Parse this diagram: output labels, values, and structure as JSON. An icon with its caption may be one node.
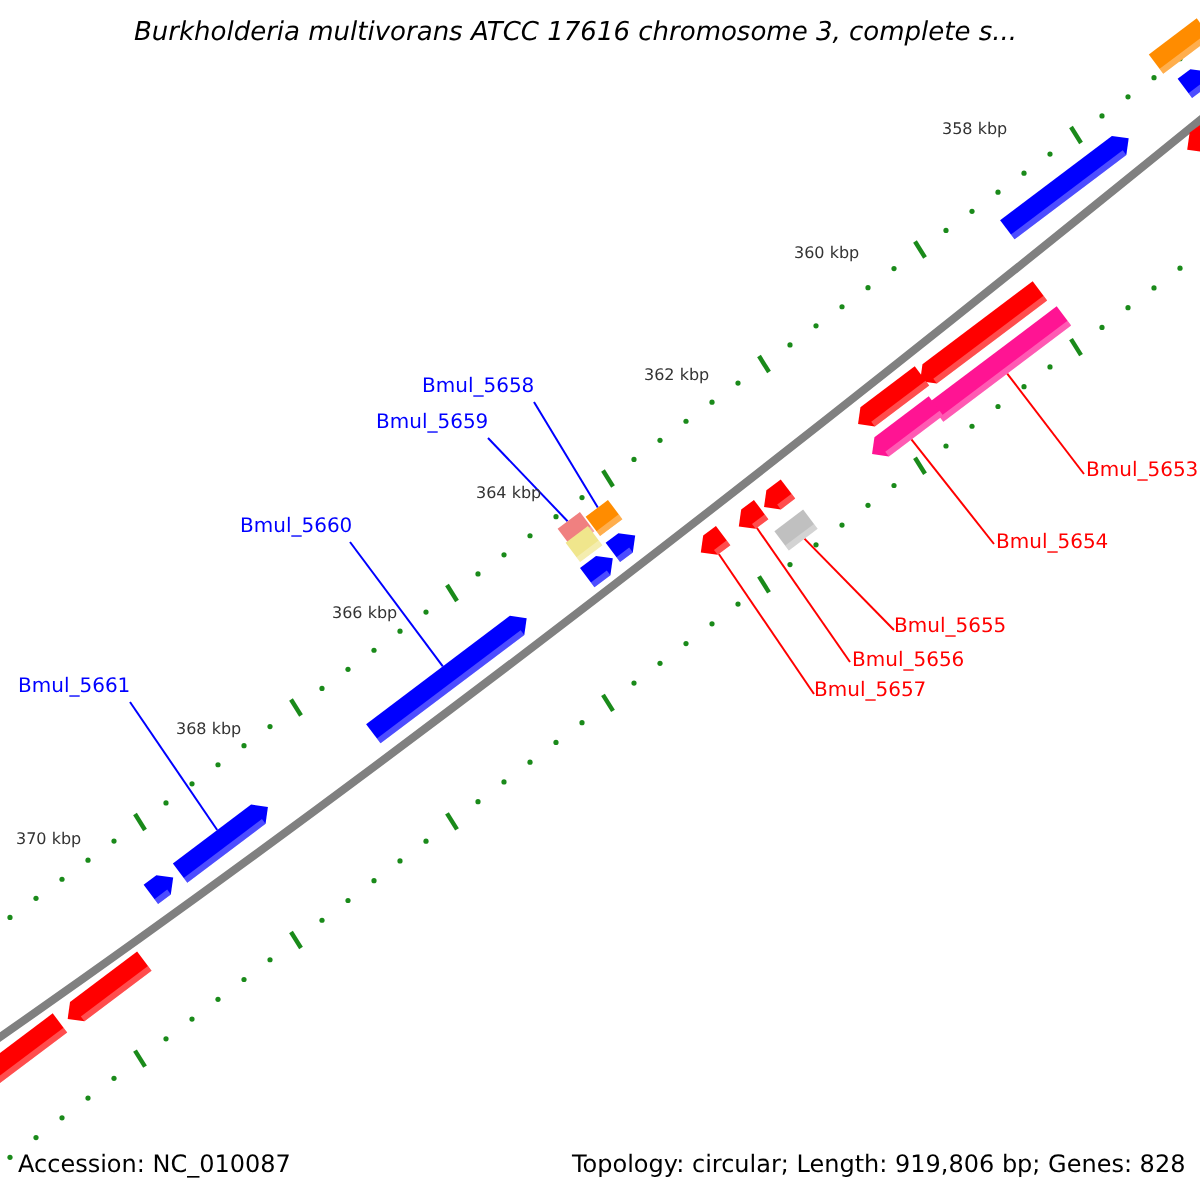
{
  "diagram": {
    "title": "Burkholderia multivorans ATCC 17616 chromosome 3, complete s...",
    "nodes": [
      {
        "text": [
          "Bmul_5658"
        ]
      },
      {
        "text": [
          "Bmul_5659"
        ]
      },
      {
        "text": [
          "Bmul_5653"
        ]
      },
      {
        "text": [
          "Bmul_5660"
        ]
      },
      {
        "text": [
          "Bmul_5654"
        ]
      },
      {
        "text": [
          "Bmul_5655"
        ]
      },
      {
        "text": [
          "Bmul_5656"
        ]
      },
      {
        "text": [
          "Bmul_5661"
        ]
      },
      {
        "text": [
          "Bmul_5657"
        ]
      },
      {
        "text": [],
        "shape": "box"
      },
      {
        "text": [],
        "shape": "box"
      },
      {
        "text": [],
        "shape": "box"
      },
      {
        "text": [],
        "shape": "arrow"
      },
      {
        "text": [],
        "shape": "arrow"
      },
      {
        "text": [],
        "shape": "box"
      },
      {
        "text": [],
        "shape": "arrow"
      },
      {
        "text": [],
        "shape": "arrow"
      },
      {
        "text": [],
        "shape": "arrow"
      },
      {
        "text": [],
        "shape": "box"
      },
      {
        "text": [],
        "shape": "arrow"
      },
      {
        "text": [],
        "shape": "arrow"
      },
      {
        "text": [],
        "shape": "arrow"
      },
      {
        "text": [],
        "shape": "arrow"
      },
      {
        "text": [],
        "shape": "arrow"
      },
      {
        "text": [],
        "shape": "box"
      },
      {
        "text": [],
        "shape": "arrow"
      },
      {
        "text": [],
        "shape": "arrow"
      },
      {
        "text": [],
        "shape": "arrow"
      },
      {
        "text": [],
        "shape": "arrow"
      },
      {
        "text": [],
        "shape": "arrow"
      },
      {
        "text": [],
        "shape": "box"
      }
    ],
    "edges": [
      {
        "from": 0,
        "to": 9,
        "arrow": "none",
        "color": "#0000ff"
      },
      {
        "from": 1,
        "to": 10,
        "arrow": "none",
        "color": "#0000ff"
      },
      {
        "from": 2,
        "to": 11,
        "arrow": "none"
      },
      {
        "from": 3,
        "to": 12,
        "arrow": "none",
        "color": "#0000ff"
      },
      {
        "from": 4,
        "to": 13,
        "arrow": "none"
      },
      {
        "from": 5,
        "to": 14,
        "arrow": "none"
      },
      {
        "from": 6,
        "to": 15,
        "arrow": "none"
      },
      {
        "from": 7,
        "to": 16,
        "arrow": "none",
        "color": "#0000ff"
      },
      {
        "from": 8,
        "to": 17,
        "arrow": "none"
      }
    ],
    "labels": [
      "358 kbp",
      "360 kbp",
      "362 kbp",
      "364 kbp",
      "366 kbp",
      "368 kbp",
      "370 kbp",
      "Accession: NC_010087",
      "Topology: circular; Length: 919,806 bp; Genes: 828"
    ]
  }
}
